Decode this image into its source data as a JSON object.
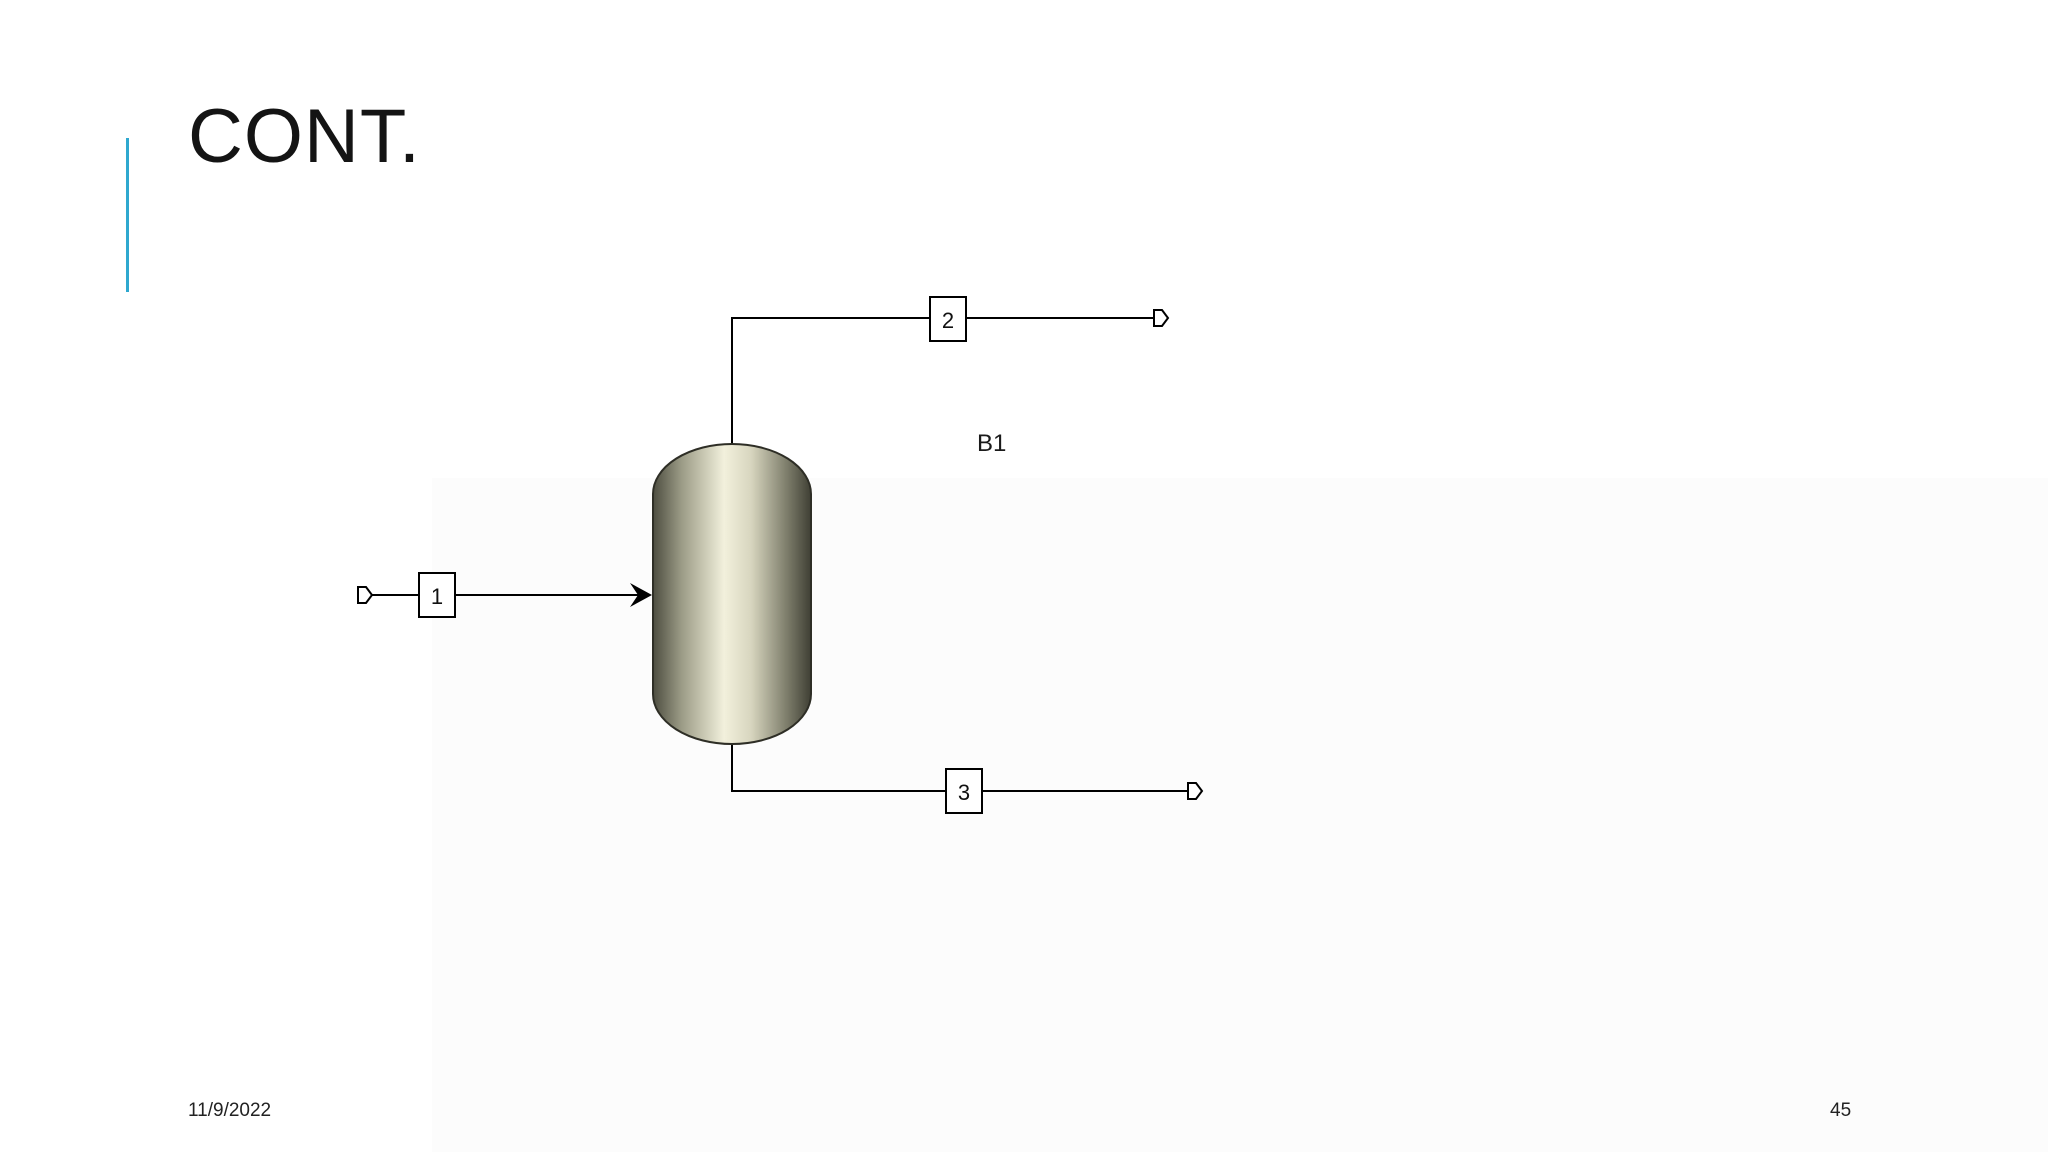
{
  "slide": {
    "title": "CONT.",
    "date": "11/9/2022",
    "page_number": "45",
    "accent_color": "#2ea8cf"
  },
  "flowsheet": {
    "block": {
      "id": "B1",
      "label": "B1",
      "type": "flash-vessel"
    },
    "streams": [
      {
        "id": "1",
        "label": "1",
        "role": "feed"
      },
      {
        "id": "2",
        "label": "2",
        "role": "vapor-product"
      },
      {
        "id": "3",
        "label": "3",
        "role": "liquid-product"
      }
    ]
  }
}
